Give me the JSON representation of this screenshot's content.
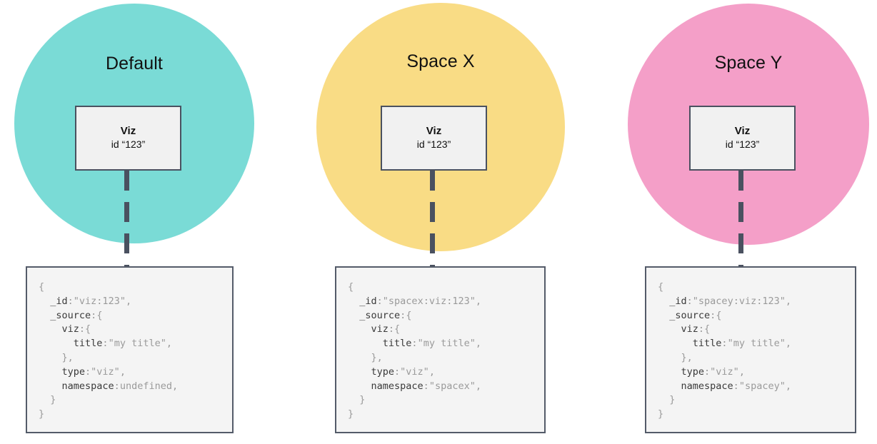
{
  "diagram": {
    "title_colors": {
      "teal": "#7ADBD6",
      "yellow": "#F9DC85",
      "pink": "#F49FC8",
      "box_border": "#4A5160",
      "box_fill": "#F1F1F1",
      "code_fill": "#F4F4F4",
      "code_border": "#545B69",
      "code_key": "#3a3a3a",
      "code_value": "#9a9a9a"
    },
    "columns": [
      {
        "space_label": "Default",
        "node": {
          "title": "Viz",
          "subtitle": "id “123”"
        },
        "code": {
          "open_brace": "{",
          "lines": [
            {
              "indent": "  ",
              "key": "_id",
              "colon": ":",
              "value": "\"viz:123\"",
              "comma": ","
            },
            {
              "indent": "  ",
              "key": "_source",
              "colon": ":",
              "value": "{",
              "comma": ""
            },
            {
              "indent": "    ",
              "key": "viz",
              "colon": ":",
              "value": "{",
              "comma": ""
            },
            {
              "indent": "      ",
              "key": "title",
              "colon": ":",
              "value": "\"my title\"",
              "comma": ","
            },
            {
              "indent": "    ",
              "key": "",
              "colon": "",
              "value": "}",
              "comma": ","
            },
            {
              "indent": "    ",
              "key": "type",
              "colon": ":",
              "value": "\"viz\"",
              "comma": ","
            },
            {
              "indent": "    ",
              "key": "namespace",
              "colon": ":",
              "value": "undefined",
              "comma": ","
            },
            {
              "indent": "  ",
              "key": "",
              "colon": "",
              "value": "}",
              "comma": ""
            }
          ],
          "close_brace": "}"
        }
      },
      {
        "space_label": "Space X",
        "node": {
          "title": "Viz",
          "subtitle": "id “123”"
        },
        "code": {
          "open_brace": "{",
          "lines": [
            {
              "indent": "  ",
              "key": "_id",
              "colon": ":",
              "value": "\"spacex:viz:123\"",
              "comma": ","
            },
            {
              "indent": "  ",
              "key": "_source",
              "colon": ":",
              "value": "{",
              "comma": ""
            },
            {
              "indent": "    ",
              "key": "viz",
              "colon": ":",
              "value": "{",
              "comma": ""
            },
            {
              "indent": "      ",
              "key": "title",
              "colon": ":",
              "value": "\"my title\"",
              "comma": ","
            },
            {
              "indent": "    ",
              "key": "",
              "colon": "",
              "value": "}",
              "comma": ","
            },
            {
              "indent": "    ",
              "key": "type",
              "colon": ":",
              "value": "\"viz\"",
              "comma": ","
            },
            {
              "indent": "    ",
              "key": "namespace",
              "colon": ":",
              "value": "\"spacex\"",
              "comma": ","
            },
            {
              "indent": "  ",
              "key": "",
              "colon": "",
              "value": "}",
              "comma": ""
            }
          ],
          "close_brace": "}"
        }
      },
      {
        "space_label": "Space Y",
        "node": {
          "title": "Viz",
          "subtitle": "id “123”"
        },
        "code": {
          "open_brace": "{",
          "lines": [
            {
              "indent": "  ",
              "key": "_id",
              "colon": ":",
              "value": "\"spacey:viz:123\"",
              "comma": ","
            },
            {
              "indent": "  ",
              "key": "_source",
              "colon": ":",
              "value": "{",
              "comma": ""
            },
            {
              "indent": "    ",
              "key": "viz",
              "colon": ":",
              "value": "{",
              "comma": ""
            },
            {
              "indent": "      ",
              "key": "title",
              "colon": ":",
              "value": "\"my title\"",
              "comma": ","
            },
            {
              "indent": "    ",
              "key": "",
              "colon": "",
              "value": "}",
              "comma": ","
            },
            {
              "indent": "    ",
              "key": "type",
              "colon": ":",
              "value": "\"viz\"",
              "comma": ","
            },
            {
              "indent": "    ",
              "key": "namespace",
              "colon": ":",
              "value": "\"spacey\"",
              "comma": ","
            },
            {
              "indent": "  ",
              "key": "",
              "colon": "",
              "value": "}",
              "comma": ""
            }
          ],
          "close_brace": "}"
        }
      }
    ]
  }
}
